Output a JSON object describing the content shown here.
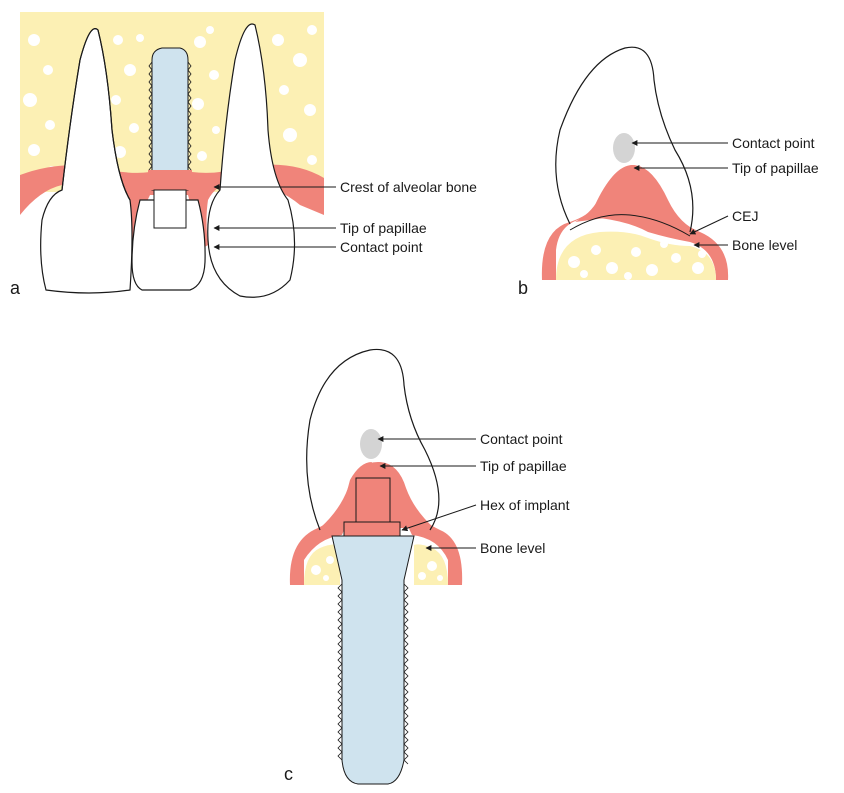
{
  "panels": {
    "a": {
      "letter": "a",
      "labels": [
        "Crest of alveolar bone",
        "Tip of papillae",
        "Contact point"
      ]
    },
    "b": {
      "letter": "b",
      "labels": [
        "Contact point",
        "Tip of papillae",
        "CEJ",
        "Bone level"
      ]
    },
    "c": {
      "letter": "c",
      "labels": [
        "Contact point",
        "Tip of papillae",
        "Hex of implant",
        "Bone level"
      ]
    }
  },
  "colors": {
    "bone": "#fcf0b4",
    "gingiva": "#f0847a",
    "implant": "#cfe3ee",
    "contact": "#d4d4d4",
    "outline": "#1a1a1a"
  }
}
